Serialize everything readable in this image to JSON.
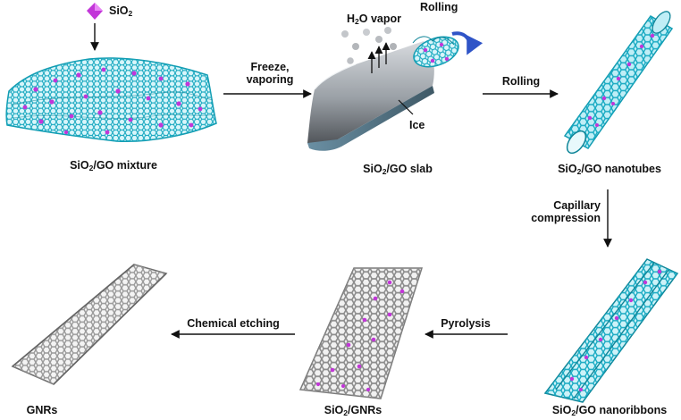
{
  "colors": {
    "go_sheet": "#22b7cc",
    "go_sheet_dark": "#0f8598",
    "silica": "#c236d8",
    "silica_light": "#ea88f6",
    "ice_light": "#c9cdd1",
    "ice_dark": "#5c6066",
    "graphene_gray": "#9a9a9a",
    "rolling_arrow": "#2f54c7",
    "arrow": "#111111"
  },
  "diagram": {
    "reagent": {
      "formula": "SiO",
      "sub": "2",
      "icon": "diamond-icon"
    },
    "steps": [
      {
        "id": "mixture",
        "name": "SiO",
        "sub": "2",
        "suffix": "/GO mixture"
      },
      {
        "id": "slab",
        "name": "SiO",
        "sub": "2",
        "suffix": "/GO slab"
      },
      {
        "id": "nanotubes",
        "name": "SiO",
        "sub": "2",
        "suffix": "/GO nanotubes"
      },
      {
        "id": "nanoribbons",
        "name": "SiO",
        "sub": "2",
        "suffix": "/GO nanoribbons"
      },
      {
        "id": "gnrs_silica",
        "name": "SiO",
        "sub": "2",
        "suffix": "/GNRs"
      },
      {
        "id": "gnrs",
        "name": "GNRs",
        "sub": "",
        "suffix": ""
      }
    ],
    "arrows": [
      {
        "id": "freeze",
        "line1": "Freeze,",
        "line2": "vaporing"
      },
      {
        "id": "rolling",
        "line1": "Rolling",
        "line2": ""
      },
      {
        "id": "capillary",
        "line1": "Capillary",
        "line2": "compression"
      },
      {
        "id": "pyrolysis",
        "line1": "Pyrolysis",
        "line2": ""
      },
      {
        "id": "etching",
        "line1": "Chemical etching",
        "line2": ""
      }
    ],
    "slab_annotations": {
      "vapor": {
        "pre": "H",
        "sub": "2",
        "post": "O vapor"
      },
      "rolling": "Rolling",
      "ice": "Ice"
    }
  }
}
